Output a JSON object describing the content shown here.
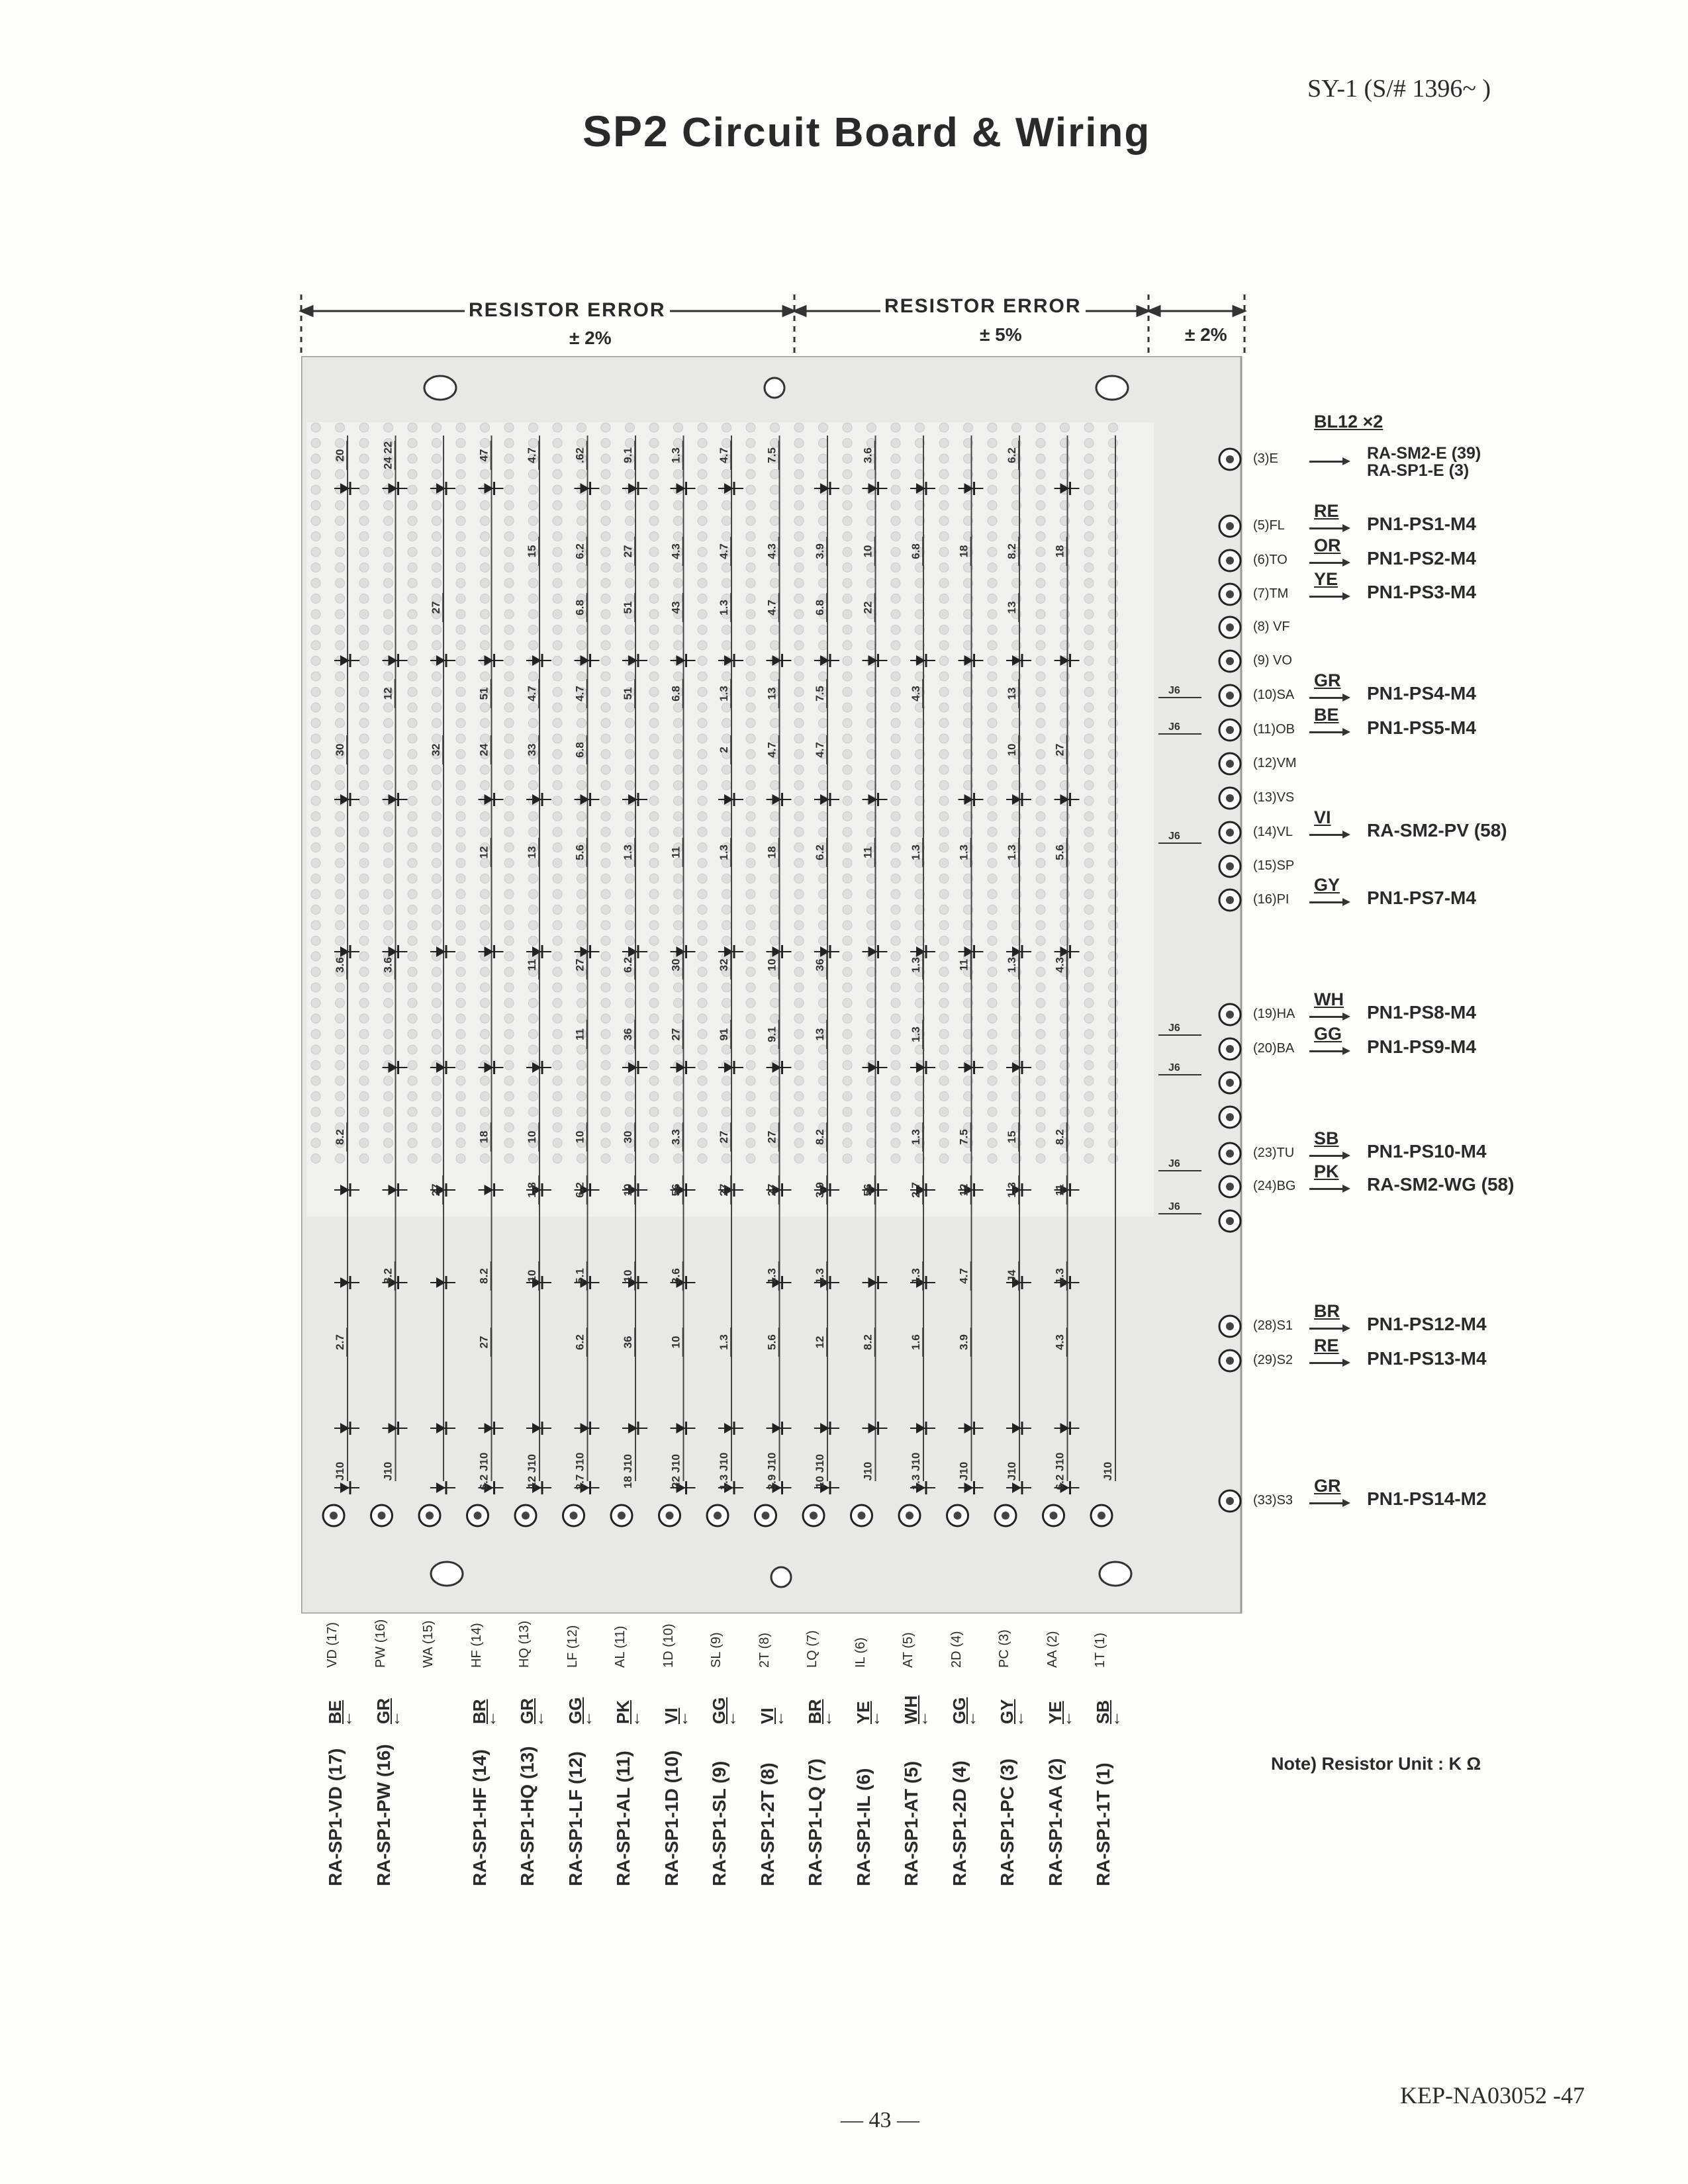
{
  "header": {
    "title_code": "SP2",
    "title_rest": "Circuit Board & Wiring",
    "model": "SY-1   (S/#  1396~        )"
  },
  "tolerance": [
    {
      "label": "RESISTOR  ERROR",
      "value": "± 2%"
    },
    {
      "label": "RESISTOR  ERROR",
      "value": "± 5%"
    },
    {
      "label": "",
      "value": "± 2%"
    }
  ],
  "board": {
    "top_resistors_row1": [
      "20",
      "24 22",
      "",
      "47",
      "4.7",
      ".62",
      "9.1",
      "1.3",
      "4.7",
      "7.5",
      "",
      "3.6",
      "",
      "",
      "6.2",
      ""
    ],
    "row_values_2": [
      "",
      "",
      "",
      "",
      "15",
      "6.2",
      "27",
      "4.3",
      "4.7",
      "4.3",
      "3.9",
      "10",
      "6.8",
      "18",
      "8.2",
      "18"
    ],
    "row_values_3": [
      "",
      "",
      "27",
      "",
      "",
      "6.8",
      "51",
      "43",
      "1.3",
      "4.7",
      "6.8",
      "22",
      "",
      "",
      "13",
      ""
    ],
    "row_values_4": [
      "",
      "12",
      "",
      "51",
      "4.7",
      "4.7",
      "51",
      "6.8",
      "1.3",
      "13",
      "7.5",
      "",
      "4.3",
      "",
      "13",
      ""
    ],
    "row_values_5": [
      "30",
      "",
      "32",
      "24",
      "33",
      "6.8",
      "",
      "",
      "2",
      "4.7",
      "4.7",
      "",
      "",
      "",
      "10",
      "27"
    ],
    "row_values_6": [
      "",
      "",
      "",
      "12",
      "13",
      "5.6",
      "1.3",
      "11",
      "1.3",
      "18",
      "6.2",
      "11",
      "1.3",
      "1.3",
      "1.3",
      "5.6"
    ],
    "row_values_7": [
      "3.6",
      "3.6",
      "",
      "",
      "11",
      "27",
      "6.2",
      "30",
      "32",
      "10",
      "36",
      "",
      "1.3",
      "11",
      "1.3",
      "4.3"
    ],
    "row_values_8": [
      "",
      "",
      "",
      "",
      "",
      "11",
      "36",
      "27",
      "91",
      "9.1",
      "13",
      "",
      "1.3",
      "",
      "",
      ""
    ],
    "row_values_9": [
      "8.2",
      "",
      "",
      "18",
      "10",
      "10",
      "30",
      "3.3",
      "27",
      "27",
      "8.2",
      "",
      "1.3",
      "7.5",
      "15",
      "8.2"
    ],
    "row_values_10": [
      "",
      "",
      "27",
      "",
      "1.8",
      "6.2",
      "10",
      "56",
      "27",
      "27",
      "3.9",
      "56",
      "2.7",
      "12",
      "1.3",
      "11"
    ],
    "row_values_11": [
      "",
      "8.2",
      "",
      "8.2",
      "10",
      "5.1",
      "10",
      "3.6",
      "",
      "1.3",
      "1.3",
      "",
      "1.3",
      "4.7",
      "J4",
      "1.3"
    ],
    "row_values_12": [
      "2.7",
      "",
      "",
      "27",
      "",
      "6.2",
      "36",
      "10",
      "1.3",
      "5.6",
      "12",
      "8.2",
      "1.6",
      "3.9",
      "",
      "4.3"
    ],
    "bottom_jumpers": [
      "J10",
      "J10",
      "",
      "6.2 J10",
      "12 J10",
      "2.7 J10",
      "18 J10",
      "22 J10",
      "1.3 J10",
      "3.9 J10",
      "10 J10",
      "J10",
      "1.3 J10",
      "J10",
      "J10",
      "6.2 J10",
      "J10"
    ],
    "right_jumper": "J6"
  },
  "right_pins": [
    {
      "label": "(3)E",
      "code": "BL12 ×2",
      "dest": "RA-SM2-E (39)\nRA-SP1-E (3)"
    },
    {
      "label": "(5)FL",
      "code": "RE",
      "dest": "PN1-PS1-M4"
    },
    {
      "label": "(6)TO",
      "code": "OR",
      "dest": "PN1-PS2-M4"
    },
    {
      "label": "(7)TM",
      "code": "YE",
      "dest": "PN1-PS3-M4"
    },
    {
      "label": "(8) VF",
      "code": "",
      "dest": ""
    },
    {
      "label": "(9) VO",
      "code": "",
      "dest": ""
    },
    {
      "label": "(10)SA",
      "code": "GR",
      "dest": "PN1-PS4-M4"
    },
    {
      "label": "(11)OB",
      "code": "BE",
      "dest": "PN1-PS5-M4"
    },
    {
      "label": "(12)VM",
      "code": "",
      "dest": ""
    },
    {
      "label": "(13)VS",
      "code": "",
      "dest": ""
    },
    {
      "label": "(14)VL",
      "code": "VI",
      "dest": "RA-SM2-PV (58)"
    },
    {
      "label": "(15)SP",
      "code": "",
      "dest": ""
    },
    {
      "label": "(16)PI",
      "code": "GY",
      "dest": "PN1-PS7-M4"
    },
    {
      "label": "(19)HA",
      "code": "WH",
      "dest": "PN1-PS8-M4"
    },
    {
      "label": "(20)BA",
      "code": "GG",
      "dest": "PN1-PS9-M4"
    },
    {
      "label": "",
      "code": "",
      "dest": ""
    },
    {
      "label": "",
      "code": "",
      "dest": ""
    },
    {
      "label": "(23)TU",
      "code": "SB",
      "dest": "PN1-PS10-M4"
    },
    {
      "label": "(24)BG",
      "code": "PK",
      "dest": "RA-SM2-WG (58)"
    },
    {
      "label": "",
      "code": "",
      "dest": ""
    },
    {
      "label": "(28)S1",
      "code": "BR",
      "dest": "PN1-PS12-M4"
    },
    {
      "label": "(29)S2",
      "code": "RE",
      "dest": "PN1-PS13-M4"
    },
    {
      "label": "(33)S3",
      "code": "GR",
      "dest": "PN1-PS14-M2"
    }
  ],
  "bottom_pins": [
    {
      "net": "VD (17)",
      "code": "BE",
      "dest": "RA-SP1-VD (17)"
    },
    {
      "net": "PW (16)",
      "code": "GR",
      "dest": "RA-SP1-PW (16)"
    },
    {
      "net": "WA (15)",
      "code": "",
      "dest": ""
    },
    {
      "net": "HF (14)",
      "code": "BR",
      "dest": "RA-SP1-HF (14)"
    },
    {
      "net": "HQ (13)",
      "code": "GR",
      "dest": "RA-SP1-HQ (13)"
    },
    {
      "net": "LF (12)",
      "code": "GG",
      "dest": "RA-SP1-LF (12)"
    },
    {
      "net": "AL (11)",
      "code": "PK",
      "dest": "RA-SP1-AL (11)"
    },
    {
      "net": "1D (10)",
      "code": "VI",
      "dest": "RA-SP1-1D (10)"
    },
    {
      "net": "SL (9)",
      "code": "GG",
      "dest": "RA-SP1-SL (9)"
    },
    {
      "net": "2T (8)",
      "code": "VI",
      "dest": "RA-SP1-2T (8)"
    },
    {
      "net": "LQ (7)",
      "code": "BR",
      "dest": "RA-SP1-LQ (7)"
    },
    {
      "net": "IL (6)",
      "code": "YE",
      "dest": "RA-SP1-IL (6)"
    },
    {
      "net": "AT (5)",
      "code": "WH",
      "dest": "RA-SP1-AT (5)"
    },
    {
      "net": "2D (4)",
      "code": "GG",
      "dest": "RA-SP1-2D (4)"
    },
    {
      "net": "PC (3)",
      "code": "GY",
      "dest": "RA-SP1-PC (3)"
    },
    {
      "net": "AA (2)",
      "code": "YE",
      "dest": "RA-SP1-AA (2)"
    },
    {
      "net": "1T (1)",
      "code": "SB",
      "dest": "RA-SP1-1T (1)"
    }
  ],
  "note": "Note)  Resistor  Unit  :  K Ω",
  "footer": {
    "page": "— 43 —",
    "doc_id": "KEP-NA03052 -47"
  }
}
